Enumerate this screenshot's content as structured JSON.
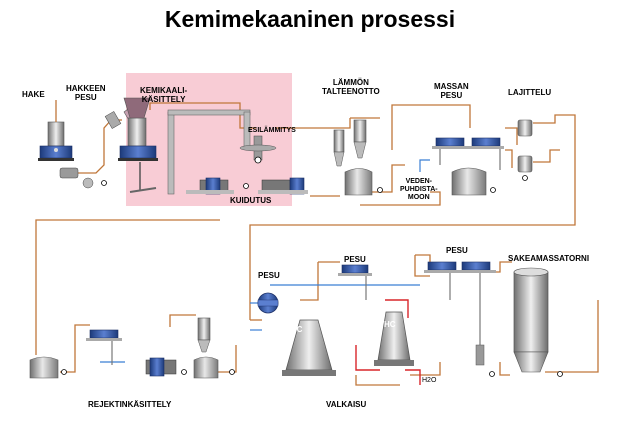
{
  "title": "Kemimekaaninen prosessi",
  "labels": {
    "hake": "HAKE",
    "hakkeen_pesu": "HAKKEEN\nPESU",
    "kemikaalikasittely": "KEMIKAALI-\nKÄSITTELY",
    "lammon_talteenotto": "LÄMMÖN\nTALTEENOTTO",
    "massan_pesu": "MASSAN\nPESU",
    "lajittelu": "LAJITTELU",
    "esilammitys": "ESILÄMMITYS",
    "kuidutus": "KUIDUTUS",
    "vedenpuhdistamo": "VEDEN-\nPUHDISTA-\nMOON",
    "pesu_1": "PESU",
    "pesu_2": "PESU",
    "pesu_3": "PESU",
    "sakeamassatorni": "SAKEAMASSATORNI",
    "mc": "MC",
    "hc": "HC",
    "h2o": "H2O",
    "rejektinkasittely": "REJEKTINKÄSITTELY",
    "valkaisu": "VALKAISU"
  },
  "colors": {
    "pipe": "#c0773a",
    "chemical_zone": "#f7c6d0",
    "equipment_blue": "#2a4f9c",
    "equipment_grey": "#8a8a8a",
    "water": "#3b7fd4",
    "red_line": "#d8262a"
  }
}
